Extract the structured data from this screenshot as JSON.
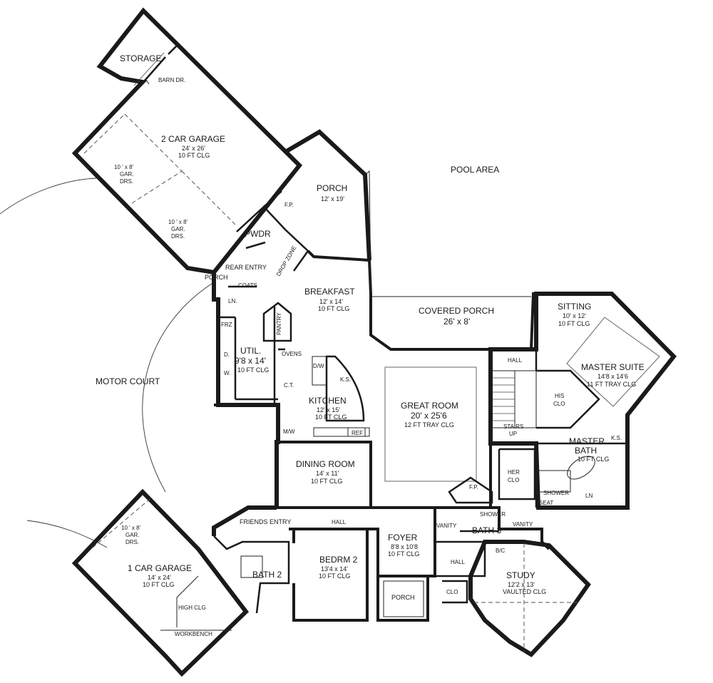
{
  "areas": {
    "pool": "POOL AREA",
    "motor_court": "MOTOR COURT"
  },
  "rooms": {
    "storage": {
      "name": "STORAGE"
    },
    "barn_door": {
      "name": "BARN DR."
    },
    "garage2": {
      "name": "2 CAR GARAGE",
      "dims": "24' x 26'",
      "clg": "10 FT CLG"
    },
    "gar_door_a": {
      "l1": "10 ' x 8'",
      "l2": "GAR.",
      "l3": "DRS."
    },
    "gar_door_b": {
      "l1": "10 ' x 8'",
      "l2": "GAR.",
      "l3": "DRS."
    },
    "porch_rear": {
      "name": "PORCH",
      "dims": "12' x 19'"
    },
    "fireplace_porch": {
      "name": "F.P."
    },
    "powder": {
      "name": "PWDR"
    },
    "drop_zone": {
      "name": "DROP ZONE"
    },
    "rear_entry": {
      "name": "REAR ENTRY"
    },
    "porch_small": {
      "name": "PORCH"
    },
    "coats": {
      "name": "COATS"
    },
    "linen_util": {
      "name": "LN."
    },
    "frz": {
      "name": "FRZ"
    },
    "dryer": {
      "name": "D."
    },
    "washer": {
      "name": "W."
    },
    "util": {
      "name": "UTIL.",
      "dims": "9'8 x 14'",
      "clg": "10 FT CLG"
    },
    "breakfast": {
      "name": "BREAKFAST",
      "dims": "12' x 14'",
      "clg": "10 FT CLG"
    },
    "pantry": {
      "name": "PANTRY"
    },
    "ovens": {
      "name": "OVENS"
    },
    "dw": {
      "name": "D/W"
    },
    "ks_kitchen": {
      "name": "K.S."
    },
    "ct": {
      "name": "C.T."
    },
    "kitchen": {
      "name": "KITCHEN",
      "dims": "12' x 15'",
      "clg": "10 FT CLG"
    },
    "mw": {
      "name": "M/W"
    },
    "ref": {
      "name": "REF"
    },
    "covered_porch": {
      "name": "COVERED PORCH",
      "dims": "26' x 8'"
    },
    "great_room": {
      "name": "GREAT ROOM",
      "dims": "20' x 25'6",
      "clg": "12 FT TRAY CLG"
    },
    "fireplace_great": {
      "name": "F.P."
    },
    "hall_stairs": {
      "name": "HALL"
    },
    "stairs": {
      "l1": "STAIRS",
      "l2": "UP"
    },
    "sitting": {
      "name": "SITTING",
      "dims": "10' x 12'",
      "clg": "10 FT CLG"
    },
    "master_suite": {
      "name": "MASTER SUITE",
      "dims": "14'8 x 14'6",
      "clg": "11 FT TRAY CLG"
    },
    "his_clo": {
      "l1": "HIS",
      "l2": "CLO"
    },
    "her_clo": {
      "l1": "HER",
      "l2": "CLO"
    },
    "master_bath": {
      "l1": "MASTER",
      "l2": "BATH",
      "clg": "10 FT CLG"
    },
    "ks_master": {
      "name": "K.S."
    },
    "shower_master": {
      "name": "SHOWER"
    },
    "seat": {
      "name": "SEAT"
    },
    "ln_master": {
      "name": "LN"
    },
    "dining": {
      "name": "DINING ROOM",
      "dims": "14' x 11'",
      "clg": "10 FT CLG"
    },
    "friends_entry": {
      "name": "FRIENDS ENTRY"
    },
    "hall_bed": {
      "name": "HALL"
    },
    "bedrm2": {
      "name": "BEDRM 2",
      "dims": "13'4 x 14'",
      "clg": "10 FT CLG"
    },
    "bath2": {
      "name": "BATH 2"
    },
    "foyer": {
      "name": "FOYER",
      "dims": "8'8 x 10'8",
      "clg": "10 FT CLG"
    },
    "porch_front": {
      "name": "PORCH"
    },
    "vanity_a": {
      "name": "VANITY"
    },
    "vanity_b": {
      "name": "VANITY"
    },
    "shower_b3": {
      "name": "SHOWER"
    },
    "bath3": {
      "name": "BATH 3"
    },
    "hall_study": {
      "name": "HALL"
    },
    "bc": {
      "name": "B/C"
    },
    "clo_study": {
      "name": "CLO"
    },
    "study": {
      "name": "STUDY",
      "dims": "12'2 x 13'",
      "clg": "VAULTED CLG"
    },
    "garage1": {
      "name": "1 CAR GARAGE",
      "dims": "14' x 24'",
      "clg": "10 FT CLG"
    },
    "gar_door_c": {
      "l1": "10 ' x 8'",
      "l2": "GAR.",
      "l3": "DRS."
    },
    "high_clg": {
      "name": "HIGH CLG"
    },
    "workbench": {
      "name": "WORKBENCH"
    }
  }
}
